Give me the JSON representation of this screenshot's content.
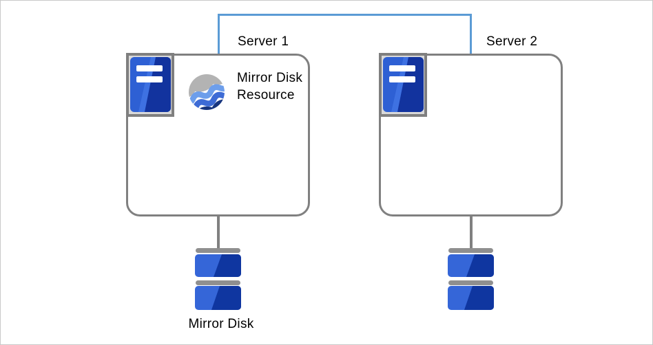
{
  "diagram": {
    "labels": {
      "server1": "Server 1",
      "server2": "Server 2",
      "resource": "Mirror Disk Resource",
      "disk": "Mirror Disk"
    },
    "connection": {
      "style": "bracket linking Server 1 and Server 2 tops",
      "color": "#5B9BD5"
    },
    "colors": {
      "box_border": "#808080",
      "connector_gray": "#808080",
      "icon_frame_fill": "#D9D9D9",
      "icon_frame_border": "#7F7F7F",
      "server_blue_light": "#2E60D4",
      "server_blue_dark": "#12339E",
      "disk_blue_light": "#3566D8",
      "disk_blue_dark": "#0F36A0",
      "disk_cap_gray": "#8F8F8F",
      "wave_gray": "#B3B3B3",
      "wave_light_blue": "#6D9EEB",
      "wave_mid_blue": "#3D6BD5",
      "wave_navy": "#17357E"
    },
    "icons": {
      "server_icon": "blue tower unit with two white bars in gray frame",
      "mirror_disk_resource_icon": "sphere of gray and blue waves",
      "disk_stack_icon": "two stacked blue disks with gray caps"
    }
  }
}
